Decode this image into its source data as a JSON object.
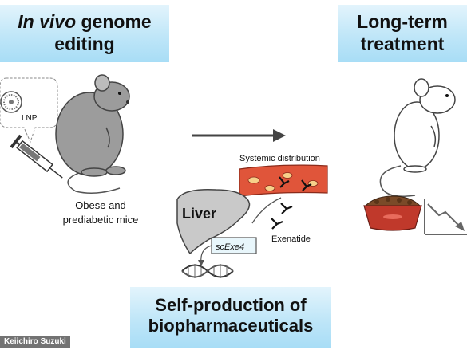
{
  "banners": {
    "left_italic": "In vivo",
    "left_rest": " genome",
    "left_line2": "editing",
    "right_line1": "Long-term",
    "right_line2": "treatment",
    "bottom_line1": "Self-production of",
    "bottom_line2": "biopharmaceuticals"
  },
  "labels": {
    "lnp": "LNP",
    "mice_line1": "Obese and",
    "mice_line2": "prediabetic mice",
    "systemic": "Systemic distribution",
    "liver": "Liver",
    "exenatide": "Exenatide",
    "gene": "scExe4"
  },
  "credit": "Keiichiro Suzuki",
  "colors": {
    "banner_blue": "#bfe6f8",
    "mouse_gray": "#9c9c9c",
    "liver_gray": "#c9c9c9",
    "vessel_red": "#e0553a",
    "bowl_red": "#c0392b",
    "food_brown": "#7a4a28"
  },
  "icons": [
    "lnp-particle-icon",
    "syringe-icon",
    "dna-helix-icon",
    "decline-arrow-icon",
    "exenatide-molecule-icon"
  ]
}
